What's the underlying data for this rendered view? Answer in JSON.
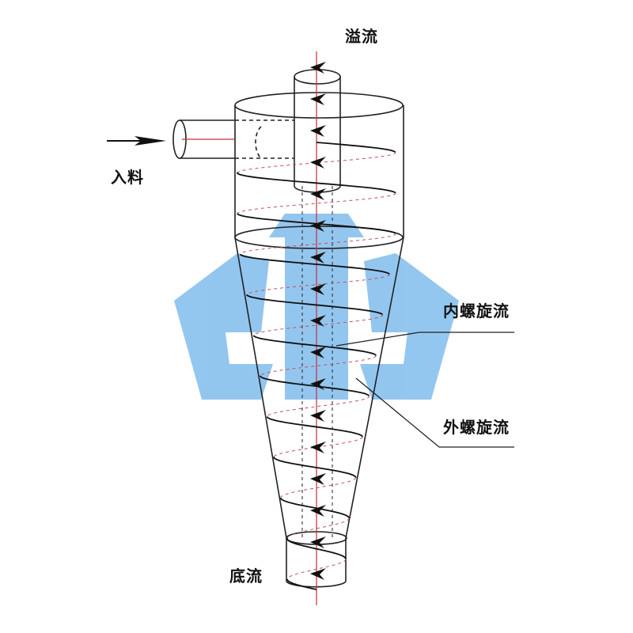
{
  "labels": {
    "overflow": "溢流",
    "feed": "入料",
    "inner_spiral": "内螺旋流",
    "outer_spiral": "外螺旋流",
    "underflow": "底流"
  },
  "colors": {
    "line": "#222222",
    "axis": "#c0303a",
    "watermark": "#6fb4ea"
  }
}
